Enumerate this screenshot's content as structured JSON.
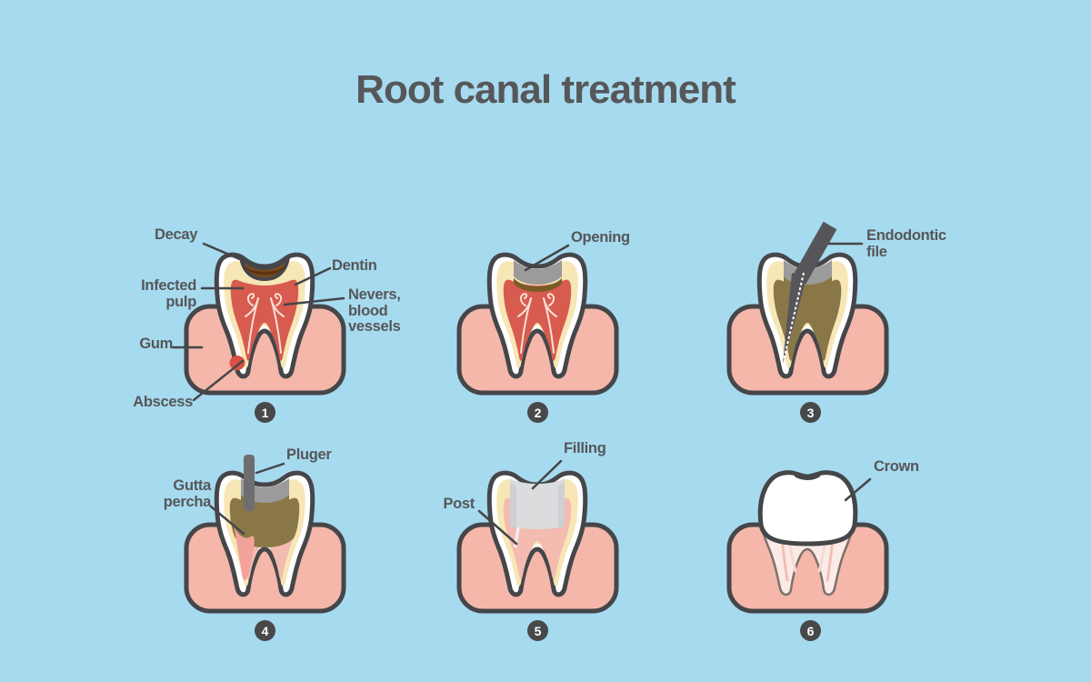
{
  "title": "Root canal treatment",
  "colors": {
    "background": "#A6DAEF",
    "outline": "#454649",
    "text": "#565759",
    "gum": "#F4B7AA",
    "tooth": "#FFFFFF",
    "dentin": "#F7E6B6",
    "pulp_red": "#D75B4F",
    "decay_brown": "#7B4A20",
    "decay_dark": "#5C3412",
    "opening_gray": "#9B9B9B",
    "chamber_olive": "#8A7748",
    "tool_gray": "#56565A",
    "plugger_gray": "#6E6E71",
    "gutta_pink": "#F2A29B",
    "gutta_light": "#F4BBB1",
    "filling_gray": "#DBDCDE",
    "nerve_white": "#FCE9DC",
    "badge_bg": "#47484A",
    "badge_text": "#FFFFFF",
    "root_fill": "#FAEBE7",
    "root_outline": "#7D726B",
    "abscess_red": "#DC4F45",
    "band_brown": "#7A5B28"
  },
  "panels": [
    {
      "number": "1",
      "labels": {
        "decay": "Decay",
        "dentin": "Dentin",
        "infected_pulp": "Infected\npulp",
        "nerves": "Nevers,\nblood\nvessels",
        "gum": "Gum",
        "abscess": "Abscess"
      }
    },
    {
      "number": "2",
      "labels": {
        "opening": "Opening"
      }
    },
    {
      "number": "3",
      "labels": {
        "endodontic_file": "Endodontic\nfile"
      }
    },
    {
      "number": "4",
      "labels": {
        "pluger": "Pluger",
        "gutta_percha": "Gutta\npercha"
      }
    },
    {
      "number": "5",
      "labels": {
        "filling": "Filling",
        "post": "Post"
      }
    },
    {
      "number": "6",
      "labels": {
        "crown": "Crown"
      }
    }
  ]
}
